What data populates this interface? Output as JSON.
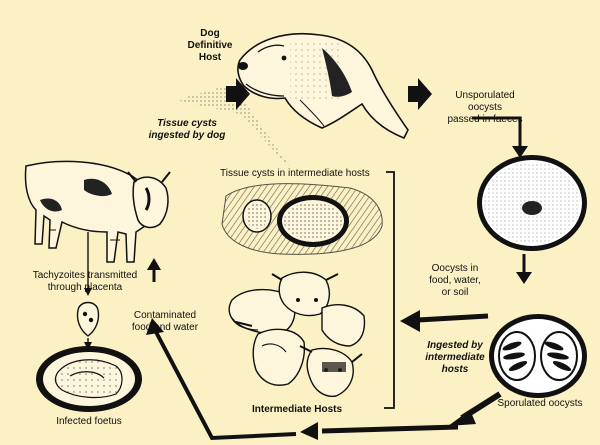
{
  "labels": {
    "definitive_host_line1": "Dog",
    "definitive_host_line2": "Definitive",
    "definitive_host_line3": "Host",
    "unsporulated_line1": "Unsporulated",
    "unsporulated_line2": "oocysts",
    "unsporulated_line3": "passed in faeces",
    "tissue_ingested_line1": "Tissue cysts",
    "tissue_ingested_line2": "ingested by dog",
    "tissue_cysts_intermediate": "Tissue cysts in intermediate hosts",
    "oocysts_env_line1": "Oocysts in",
    "oocysts_env_line2": "food, water,",
    "oocysts_env_line3": "or soil",
    "ingested_inter_line1": "Ingested by",
    "ingested_inter_line2": "intermediate",
    "ingested_inter_line3": "hosts",
    "sporulated": "Sporulated oocysts",
    "tachyzoites_line1": "Tachyzoites transmitted",
    "tachyzoites_line2": "through placenta",
    "contaminated_line1": "Contaminated",
    "contaminated_line2": "food and water",
    "infected_foetus": "Infected foetus",
    "intermediate_hosts": "Intermediate Hosts"
  },
  "colors": {
    "background": "#fbf1c4",
    "ink": "#111111",
    "egg_fill": "#ffffff"
  }
}
